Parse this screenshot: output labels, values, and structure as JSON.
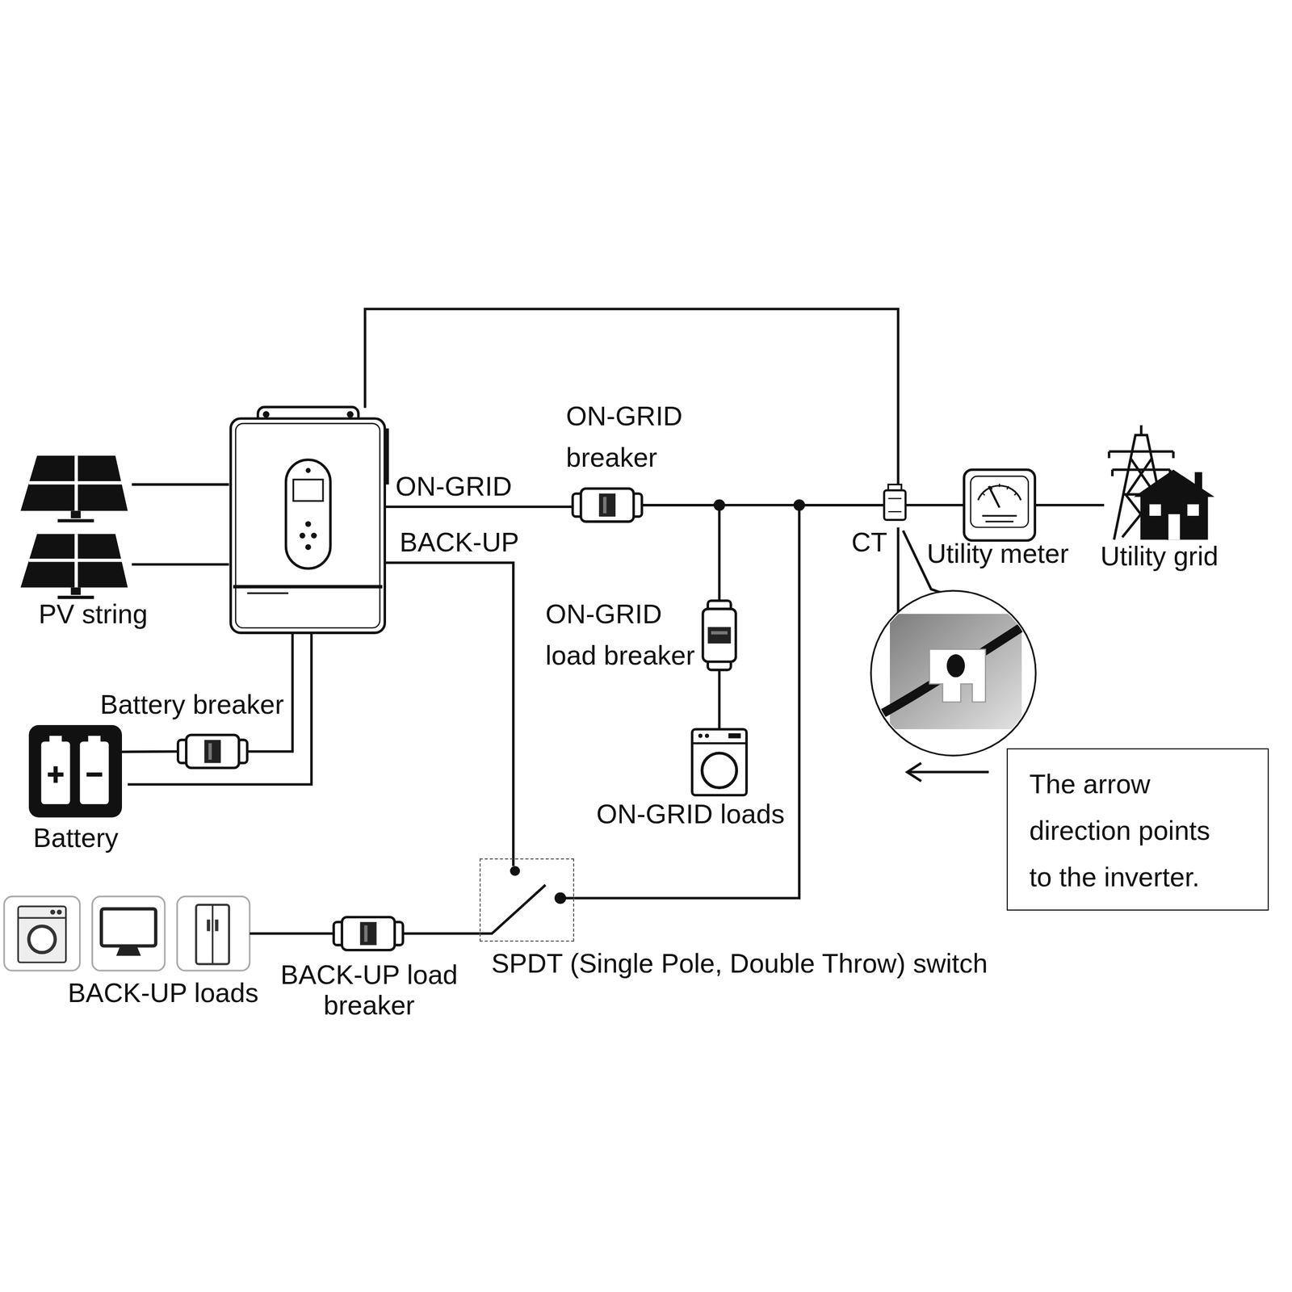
{
  "diagram": {
    "nodes": [
      {
        "text": [
          "PV string"
        ]
      },
      {
        "text": [
          "ON-GRID breaker"
        ]
      },
      {
        "text": [
          "ON-GRID load breaker"
        ]
      },
      {
        "text": [
          "ON-GRID loads"
        ]
      },
      {
        "text": [
          "CT"
        ]
      },
      {
        "text": [
          "Utility meter"
        ]
      },
      {
        "text": [
          "Utility grid"
        ]
      },
      {
        "text": [
          "Battery breaker"
        ]
      },
      {
        "text": [
          "Battery"
        ]
      },
      {
        "text": [
          "SPDT (Single Pole, Double Throw) switch"
        ]
      },
      {
        "text": [
          "BACK-UP load breaker"
        ]
      },
      {
        "text": [
          "BACK-UP loads"
        ]
      },
      {
        "text": [
          "The arrow direction points to the inverter."
        ]
      }
    ],
    "edges": [
      {
        "from": 1,
        "to": 2,
        "arrow": "none"
      },
      {
        "from": 2,
        "to": 3,
        "arrow": "none"
      },
      {
        "from": 1,
        "to": 4,
        "arrow": "none"
      },
      {
        "from": 4,
        "to": 5,
        "arrow": "none"
      },
      {
        "from": 5,
        "to": 6,
        "arrow": "none"
      },
      {
        "from": 4,
        "to": 9,
        "arrow": "none"
      },
      {
        "from": 10,
        "to": 9,
        "arrow": "none"
      },
      {
        "from": 11,
        "to": 10,
        "arrow": "none"
      },
      {
        "from": 8,
        "to": 7,
        "arrow": "none"
      }
    ],
    "labels": [
      "ON-GRID",
      "BACK-UP"
    ]
  }
}
